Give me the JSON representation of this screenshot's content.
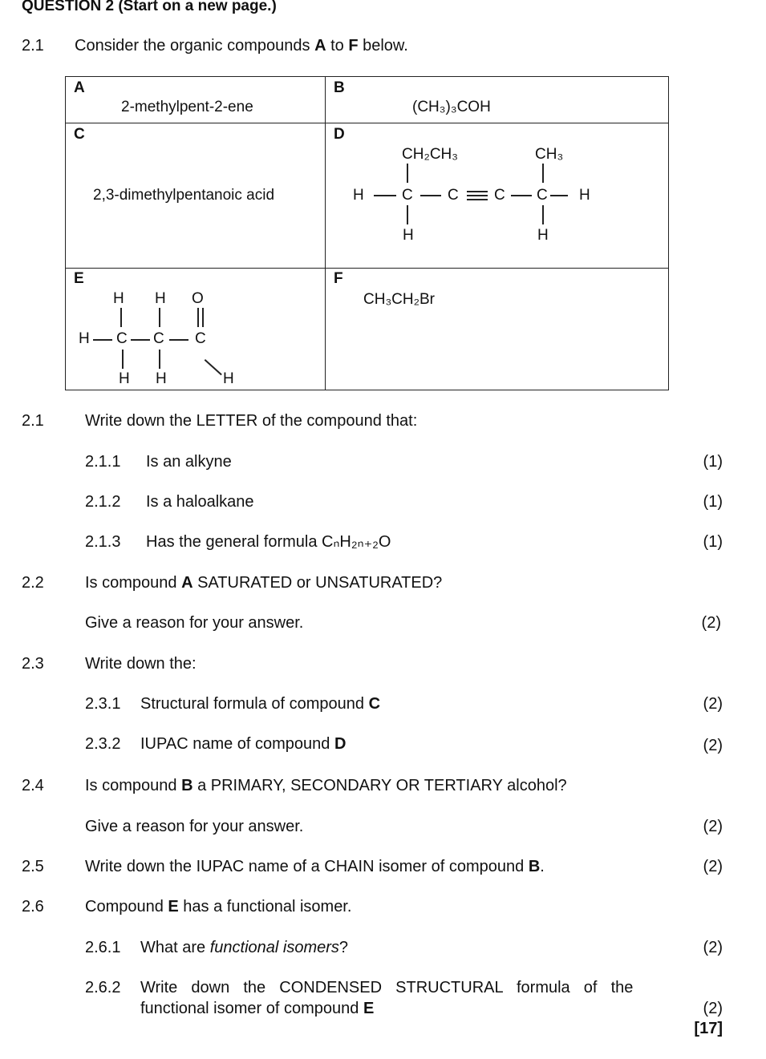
{
  "heading": "QUESTION 2 (Start on a new page.)",
  "intro": {
    "num": "2.1",
    "pre": "Consider the organic compounds ",
    "a": "A",
    "mid": " to ",
    "f": "F",
    "post": " below."
  },
  "table": {
    "A": {
      "letter": "A",
      "text": "2-methylpent-2-ene"
    },
    "B": {
      "letter": "B",
      "text": "(CH₃)₃COH"
    },
    "C": {
      "letter": "C",
      "text": "2,3-dimethylpentanoic acid"
    },
    "D": {
      "letter": "D",
      "atoms": {
        "top1": "CH₂CH₃",
        "top2": "CH₃",
        "h1": "H",
        "c1": "C",
        "c2": "C",
        "c3": "C",
        "c4": "C",
        "h2": "H",
        "b1": "H",
        "b2": "H"
      }
    },
    "E": {
      "letter": "E",
      "atoms": {
        "t1": "H",
        "t2": "H",
        "o": "O",
        "h": "H",
        "c1": "C",
        "c2": "C",
        "c3": "C",
        "b1": "H",
        "b2": "H",
        "b3": "H"
      }
    },
    "F": {
      "letter": "F",
      "text": "CH₃CH₂Br"
    }
  },
  "questions": [
    {
      "num": "2.1",
      "text": "Write down the LETTER of the compound that:"
    },
    {
      "num": "2.1.1",
      "text": "Is an alkyne",
      "marks": "(1)"
    },
    {
      "num": "2.1.2",
      "text": "Is a haloalkane",
      "marks": "(1)"
    },
    {
      "num": "2.1.3",
      "text": "Has the general formula CₙH₂ₙ₊₂O",
      "marks": "(1)"
    },
    {
      "num": "2.2",
      "pre": "Is compound ",
      "bold": "A",
      "post": " SATURATED or UNSATURATED?"
    },
    {
      "text": "Give a reason for your answer.",
      "marks": "(2)"
    },
    {
      "num": "2.3",
      "text": "Write down the:"
    },
    {
      "num": "2.3.1",
      "pre": "Structural formula of compound ",
      "bold": "C",
      "marks": "(2)"
    },
    {
      "num": "2.3.2",
      "pre": "IUPAC name of compound ",
      "bold": "D",
      "marks": "(2)"
    },
    {
      "num": "2.4",
      "pre": "Is compound ",
      "bold": "B",
      "post": " a PRIMARY, SECONDARY OR TERTIARY alcohol?"
    },
    {
      "text": "Give a reason for your answer.",
      "marks": "(2)"
    },
    {
      "num": "2.5",
      "pre": "Write down the IUPAC name of a CHAIN isomer of compound ",
      "bold": "B",
      "post": ".",
      "marks": "(2)"
    },
    {
      "num": "2.6",
      "pre": "Compound ",
      "bold": "E",
      "post": " has a functional isomer."
    },
    {
      "num": "2.6.1",
      "pre": "What are ",
      "italic": "functional isomers",
      "post": "?",
      "marks": "(2)"
    },
    {
      "num": "2.6.2",
      "line1": "Write  down  the  CONDENSED  STRUCTURAL  formula  of  the",
      "pre": "functional isomer of compound ",
      "bold": "E",
      "marks": "(2)"
    }
  ],
  "total": "[17]"
}
